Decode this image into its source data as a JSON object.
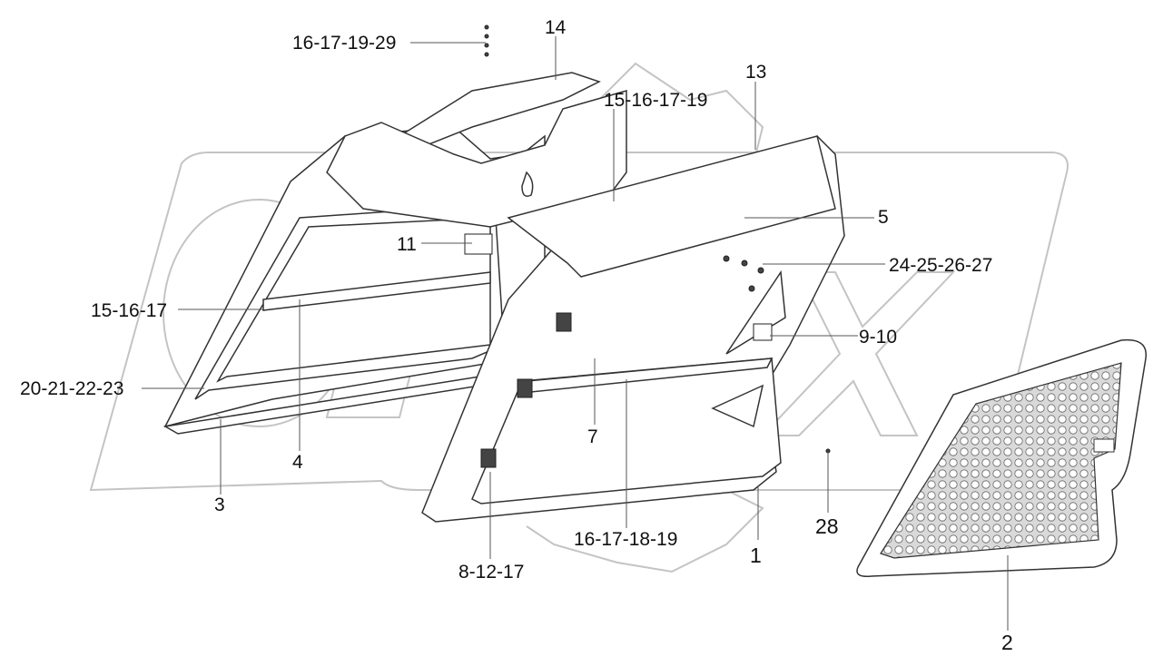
{
  "labels": {
    "l_16_17_19_29": "16-17-19-29",
    "l_14": "14",
    "l_13": "13",
    "l_15_16_17_19": "15-16-17-19",
    "l_5": "5",
    "l_11": "11",
    "l_24_25_26_27": "24-25-26-27",
    "l_15_16_17": "15-16-17",
    "l_9_10": "9-10",
    "l_20_21_22_23": "20-21-22-23",
    "l_7": "7",
    "l_4": "4",
    "l_3": "3",
    "l_28": "28",
    "l_16_17_18_19": "16-17-18-19",
    "l_1": "1",
    "l_8_12_17": "8-12-17",
    "l_2": "2"
  },
  "watermark": {
    "text": "OPEX",
    "color": "#bdbdbd"
  },
  "colors": {
    "line": "#333333",
    "leader": "#555555",
    "panel_fill": "#ffffff"
  }
}
